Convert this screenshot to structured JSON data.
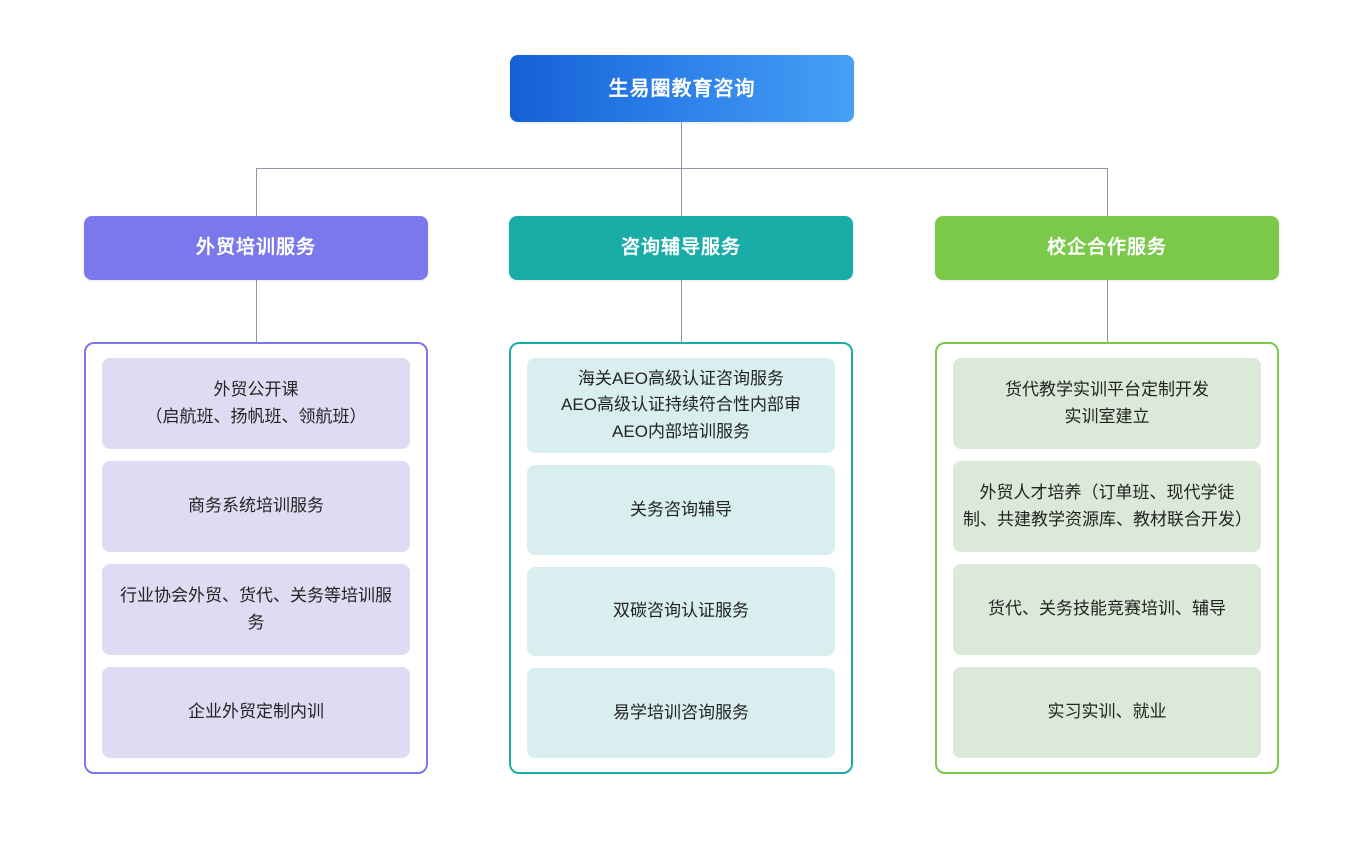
{
  "root": {
    "label": "生易圈教育咨询",
    "color": "#1560d6",
    "color_end": "#45a0f5"
  },
  "connectors": {
    "line_color": "#8f98a8"
  },
  "branches": [
    {
      "id": "foreign-trade-training",
      "label": "外贸培训服务",
      "header_color": "#7b78ec",
      "panel_border_color": "#7b78ec",
      "item_background": "#dedbf2",
      "items": [
        "外贸公开课\n（启航班、扬帆班、领航班）",
        "商务系统培训服务",
        "行业协会外贸、货代、关务等培训服务",
        "企业外贸定制内训"
      ]
    },
    {
      "id": "consulting-tutoring",
      "label": "咨询辅导服务",
      "header_color": "#1aada8",
      "panel_border_color": "#1aada8",
      "item_background": "#d9eeee",
      "items": [
        "海关AEO高级认证咨询服务\nAEO高级认证持续符合性内部审\nAEO内部培训服务",
        "关务咨询辅导",
        "双碳咨询认证服务",
        "易学培训咨询服务"
      ]
    },
    {
      "id": "school-enterprise",
      "label": "校企合作服务",
      "header_color": "#7ac94a",
      "panel_border_color": "#7ac94a",
      "item_background": "#dbe9d8",
      "items": [
        "货代教学实训平台定制开发\n实训室建立",
        "外贸人才培养（订单班、现代学徒制、共建教学资源库、教材联合开发）",
        "货代、关务技能竞赛培训、辅导",
        "实习实训、就业"
      ]
    }
  ]
}
